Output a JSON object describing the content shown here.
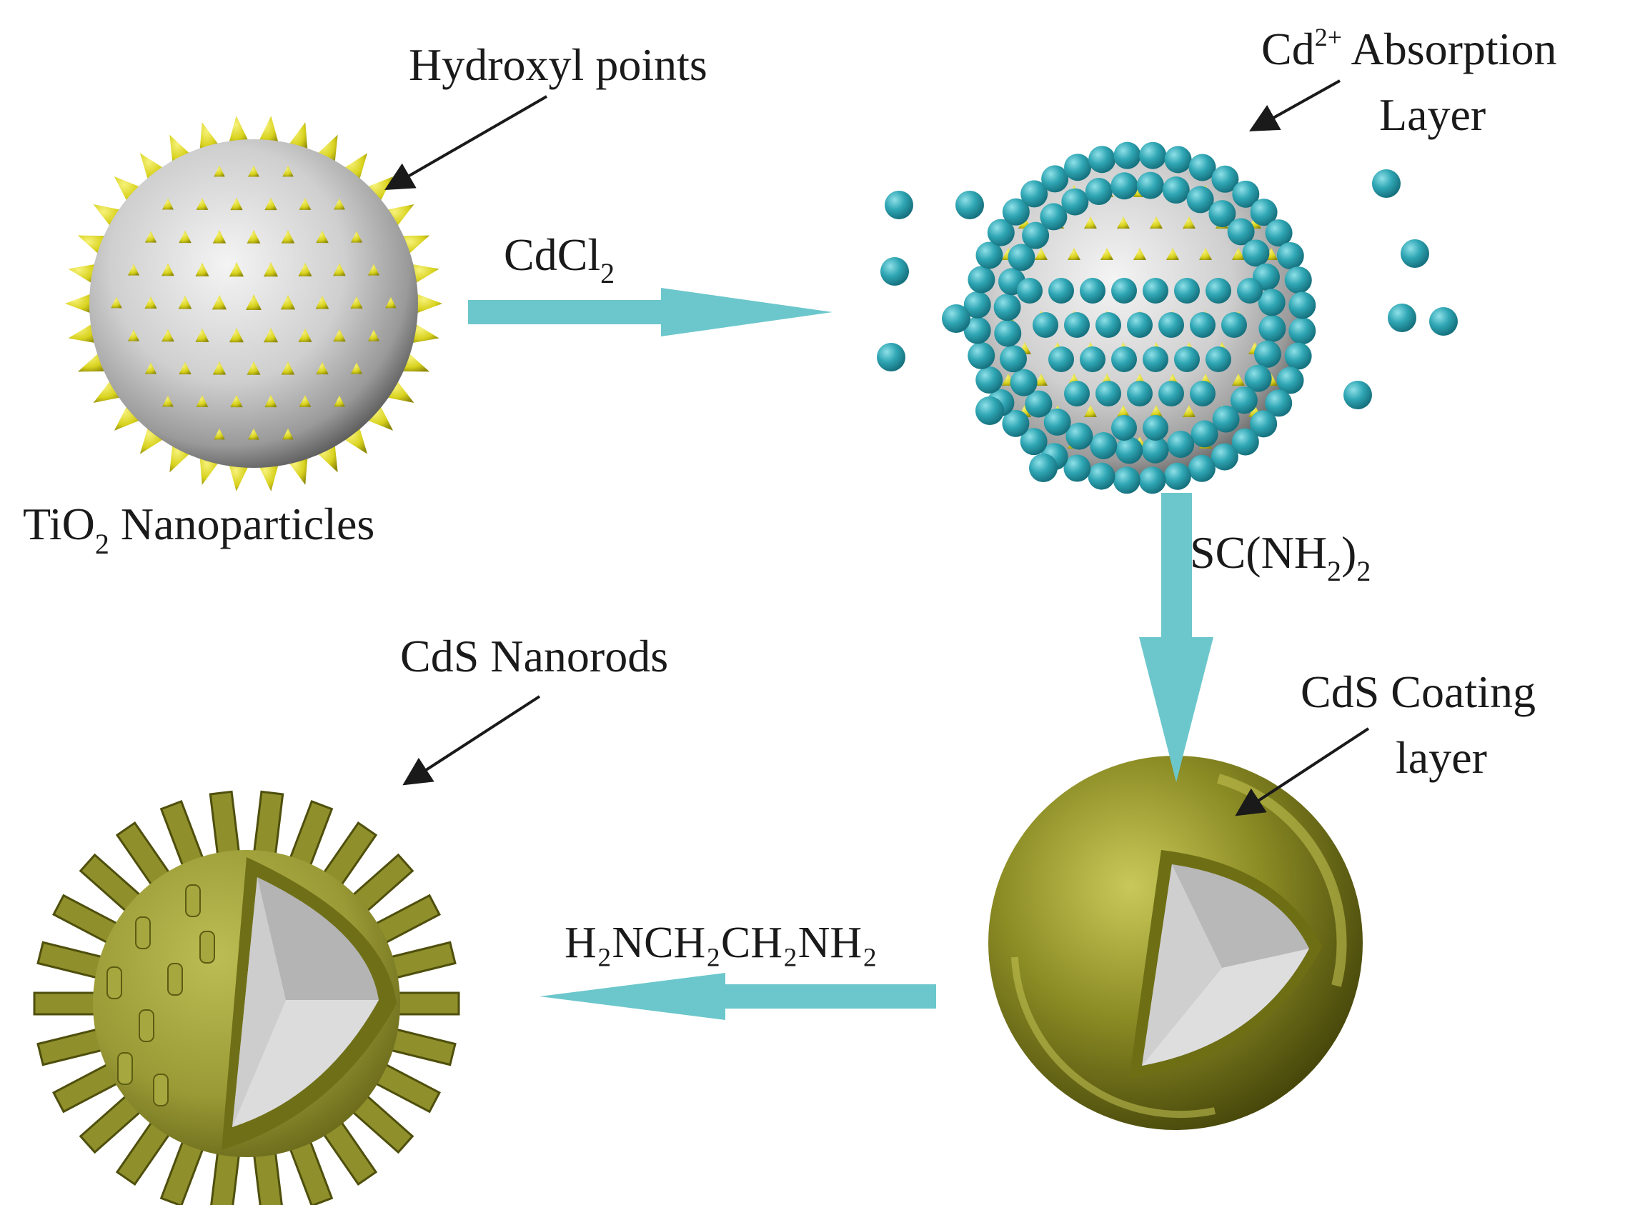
{
  "labels": {
    "hydroxyl": "Hydroxyl points",
    "cd_main": "Cd",
    "cd_sup": "2+",
    "absorption": " Absorption",
    "layer": "Layer",
    "cdcl_main": "CdCl",
    "cdcl_sub": "2",
    "tio_main": "TiO",
    "tio_sub": "2",
    "nanoparticles": " Nanoparticles",
    "sc_a": "SC(NH",
    "sc_sub1": "2",
    "sc_b": ")",
    "sc_sub2": "2",
    "cds_nanorods": "CdS Nanorods",
    "cds_coating": "CdS Coating",
    "layer_lower": "layer",
    "en_formula": "H₂NCH₂CH₂NH₂"
  },
  "colors": {
    "arrow_fill": "#6cc7cc",
    "cd_ion": "#2a9aa8",
    "cd_ion_highlight": "#7fd3dc",
    "tio2_core": "#d4d4d4",
    "hydroxyl_spike": "#d8d21e",
    "cds_olive": "#7f7f1f",
    "cds_olive_light": "#b6b64a",
    "cds_olive_dark": "#4d4d0c",
    "pointer_line": "#1a1a1a"
  },
  "icons": {
    "step1_particle": "tio2-nanoparticle-icon",
    "step2_particle": "cd-absorbed-particle-icon",
    "step3_particle": "cds-coated-particle-icon",
    "step4_particle": "cds-nanorod-particle-icon"
  }
}
